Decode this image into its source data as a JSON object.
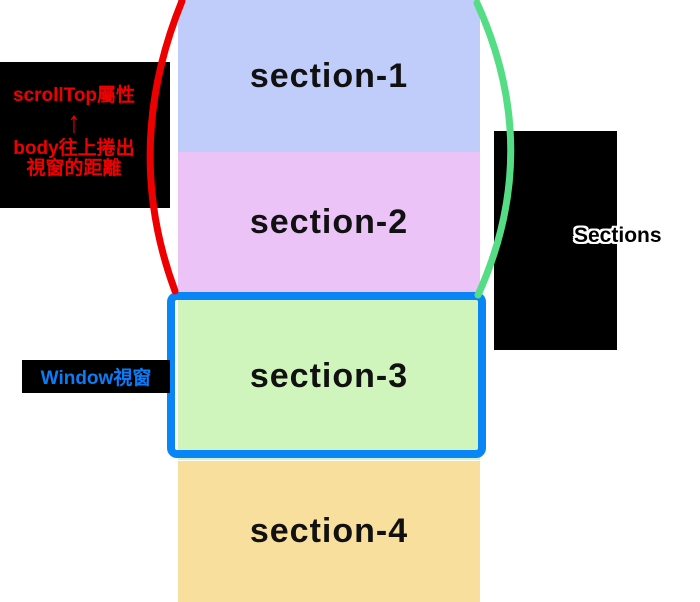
{
  "colors": {
    "page_bg": "#ffffff",
    "section1_bg": "#c0cdfa",
    "section2_bg": "#ecc3f7",
    "section3_bg": "#cff5bd",
    "section4_bg": "#f8df9e",
    "window_border_blue": "#0a85f8",
    "annotation_red": "#ee0000",
    "curve_green": "#55dd85",
    "label_box_bg": "#000000",
    "window_label_blue": "#0a7cf8",
    "section_text": "#111111",
    "sections_label_outline": "#ffffff"
  },
  "sections": [
    {
      "label": "section-1"
    },
    {
      "label": "section-2"
    },
    {
      "label": "section-3"
    },
    {
      "label": "section-4"
    }
  ],
  "scrolltop_annotation": {
    "title": "scrollTop屬性",
    "arrow_icon": "↑",
    "desc_line1": "body往上捲出",
    "desc_line2": "視窗的距離"
  },
  "window_annotation": {
    "label": "Window視窗"
  },
  "right_annotation": {
    "label": "Sections"
  }
}
